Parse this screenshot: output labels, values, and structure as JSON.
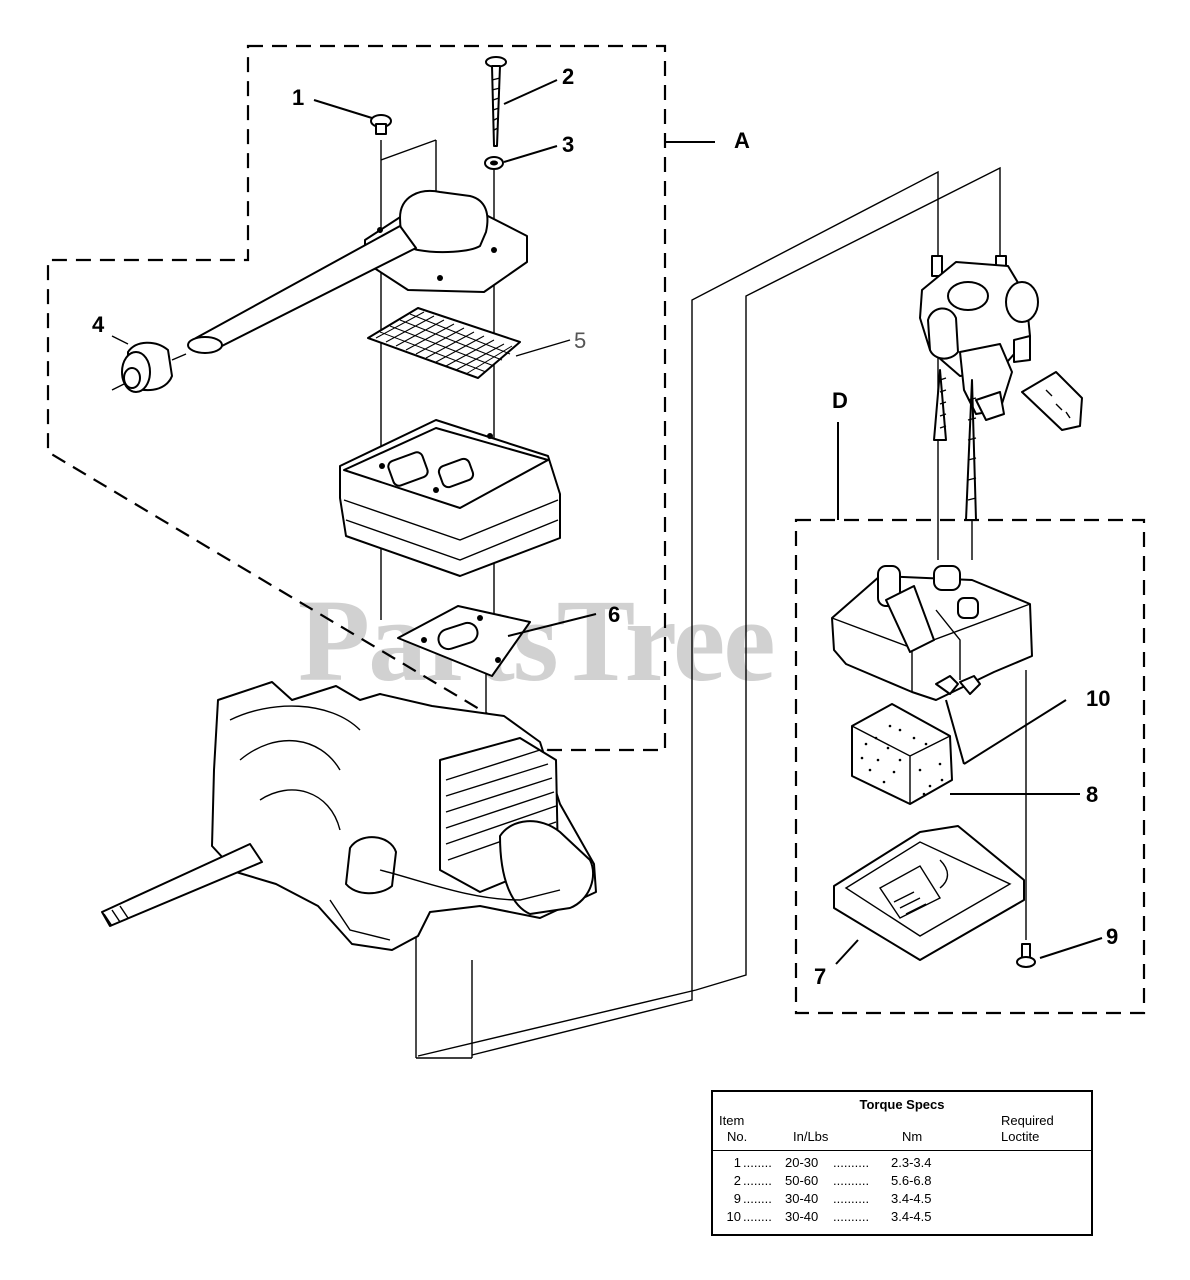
{
  "callouts": {
    "c1": "1",
    "c2": "2",
    "c3": "3",
    "c4": "4",
    "c5": "5",
    "c6": "6",
    "c7": "7",
    "c8": "8",
    "c9": "9",
    "c10": "10",
    "cA": "A",
    "cD": "D"
  },
  "watermark": "PartsTree",
  "torque_table": {
    "title": "Torque Specs",
    "headers": {
      "item_line1": "Item",
      "item_line2": "No.",
      "inlbs": "In/Lbs",
      "nm": "Nm",
      "loctite_line1": "Required",
      "loctite_line2": "Loctite"
    },
    "rows": [
      {
        "item": "1",
        "inlbs": "20-30",
        "nm": "2.3-3.4",
        "loctite": ""
      },
      {
        "item": "2",
        "inlbs": "50-60",
        "nm": "5.6-6.8",
        "loctite": ""
      },
      {
        "item": "9",
        "inlbs": "30-40",
        "nm": "3.4-4.5",
        "loctite": ""
      },
      {
        "item": "10",
        "inlbs": "30-40",
        "nm": "3.4-4.5",
        "loctite": ""
      }
    ]
  }
}
